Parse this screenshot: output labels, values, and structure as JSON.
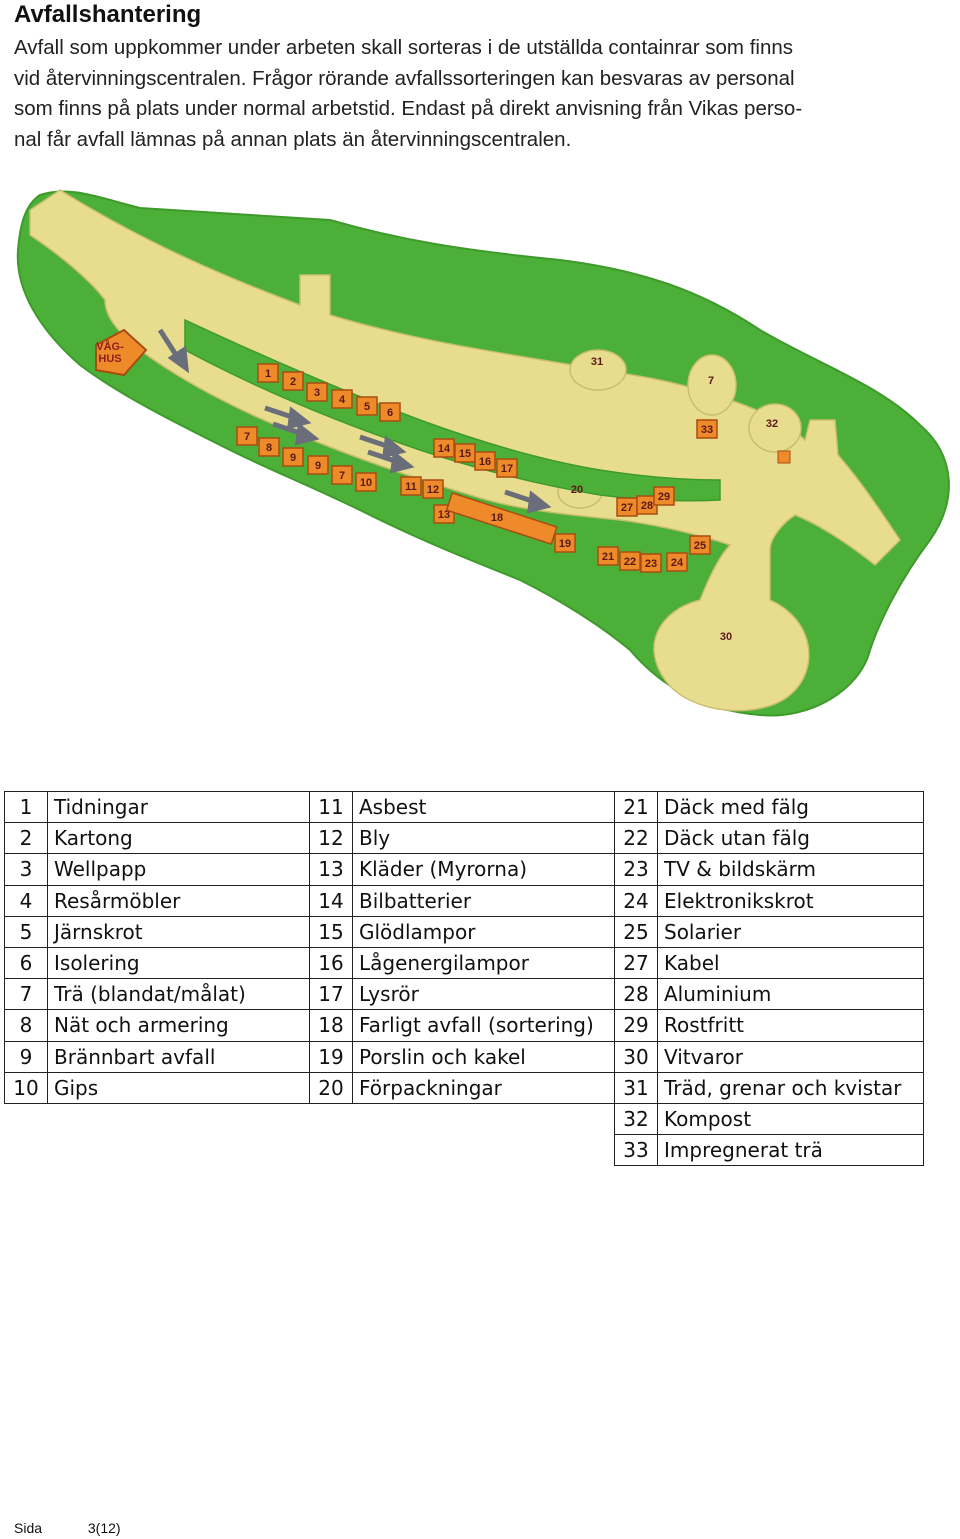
{
  "heading": "Avfallshantering",
  "intro_lines": [
    "Avfall som uppkommer under arbeten skall sorteras i de utställda containrar som finns",
    "vid återvinningscentralen. Frågor rörande avfallssorteringen kan besvaras av personal",
    "som finns på plats under normal arbetstid. Endast på direkt anvisning från Vikas perso-",
    "nal får avfall lämnas på annan plats än återvinningscentralen."
  ],
  "map": {
    "vaghus_label": [
      "VÅG-",
      "HUS"
    ],
    "colors": {
      "grass": "#4caf37",
      "road": "#e8dd8e",
      "box": "#ef8a2a",
      "box_edge": "#a84d10",
      "arrow": "#6a6d7a"
    },
    "markers": [
      {
        "n": "1"
      },
      {
        "n": "2"
      },
      {
        "n": "3"
      },
      {
        "n": "4"
      },
      {
        "n": "5"
      },
      {
        "n": "6"
      },
      {
        "n": "7"
      },
      {
        "n": "8"
      },
      {
        "n": "9"
      },
      {
        "n": "9"
      },
      {
        "n": "7"
      },
      {
        "n": "10"
      },
      {
        "n": "11"
      },
      {
        "n": "12"
      },
      {
        "n": "13"
      },
      {
        "n": "18"
      },
      {
        "n": "14"
      },
      {
        "n": "15"
      },
      {
        "n": "16"
      },
      {
        "n": "17"
      },
      {
        "n": "19"
      },
      {
        "n": "21"
      },
      {
        "n": "22"
      },
      {
        "n": "23"
      },
      {
        "n": "24"
      },
      {
        "n": "25"
      },
      {
        "n": "27"
      },
      {
        "n": "28"
      },
      {
        "n": "29"
      },
      {
        "n": "33"
      }
    ],
    "area_labels": [
      {
        "n": "31"
      },
      {
        "n": "7"
      },
      {
        "n": "32"
      },
      {
        "n": "20"
      },
      {
        "n": "30"
      }
    ]
  },
  "legend": {
    "col1": [
      [
        "1",
        "Tidningar"
      ],
      [
        "2",
        "Kartong"
      ],
      [
        "3",
        "Wellpapp"
      ],
      [
        "4",
        "Resårmöbler"
      ],
      [
        "5",
        "Järnskrot"
      ],
      [
        "6",
        "Isolering"
      ],
      [
        "7",
        "Trä (blandat/målat)"
      ],
      [
        "8",
        "Nät och armering"
      ],
      [
        "9",
        "Brännbart avfall"
      ],
      [
        "10",
        "Gips"
      ]
    ],
    "col2": [
      [
        "11",
        "Asbest"
      ],
      [
        "12",
        "Bly"
      ],
      [
        "13",
        "Kläder (Myrorna)"
      ],
      [
        "14",
        "Bilbatterier"
      ],
      [
        "15",
        "Glödlampor"
      ],
      [
        "16",
        "Lågenergilampor"
      ],
      [
        "17",
        "Lysrör"
      ],
      [
        "18",
        "Farligt avfall (sortering)"
      ],
      [
        "19",
        "Porslin och kakel"
      ],
      [
        "20",
        "Förpackningar"
      ]
    ],
    "col3": [
      [
        "21",
        "Däck med fälg"
      ],
      [
        "22",
        "Däck utan fälg"
      ],
      [
        "23",
        "TV & bildskärm"
      ],
      [
        "24",
        "Elektronikskrot"
      ],
      [
        "25",
        "Solarier"
      ],
      [
        "27",
        "Kabel"
      ],
      [
        "28",
        "Aluminium"
      ],
      [
        "29",
        "Rostfritt"
      ],
      [
        "30",
        "Vitvaror"
      ],
      [
        "31",
        "Träd, grenar och kvistar"
      ],
      [
        "32",
        "Kompost"
      ],
      [
        "33",
        "Impregnerat trä"
      ]
    ]
  },
  "footer": {
    "label": "Sida",
    "page": "3(12)"
  }
}
